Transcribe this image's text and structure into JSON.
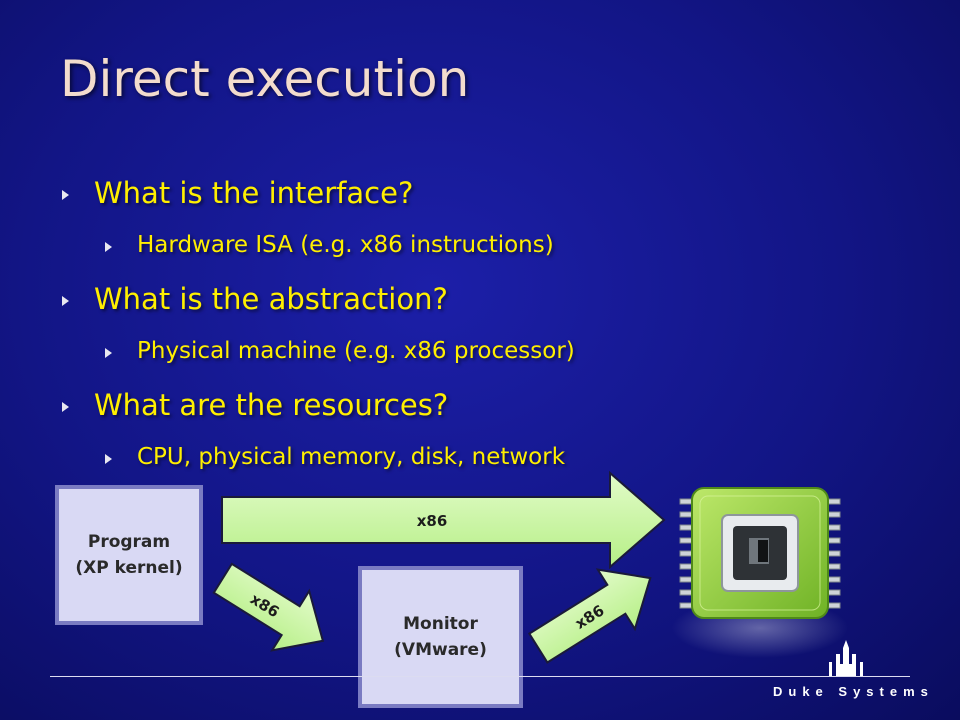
{
  "slide": {
    "title": "Direct execution",
    "bullets": [
      {
        "level": 1,
        "text": "What is the interface?"
      },
      {
        "level": 2,
        "text": "Hardware ISA (e.g. x86 instructions)"
      },
      {
        "level": 1,
        "text": "What is the abstraction?"
      },
      {
        "level": 2,
        "text": "Physical machine (e.g. x86 processor)"
      },
      {
        "level": 1,
        "text": "What are the resources?"
      },
      {
        "level": 2,
        "text": "CPU,  physical memory, disk, network"
      }
    ]
  },
  "diagram": {
    "program_box": {
      "line1": "Program",
      "line2": "(XP kernel)"
    },
    "monitor_box": {
      "line1": "Monitor",
      "line2": "(VMware)"
    },
    "arrows": {
      "top": "x86",
      "program_to_monitor": "x86",
      "monitor_to_cpu": "x86"
    },
    "cpu_icon": "processor-chip-icon"
  },
  "footer": {
    "brand": "Duke Systems",
    "logo_icon": "duke-chapel-icon"
  },
  "colors": {
    "background": "#121585",
    "title": "#f3dccd",
    "bullet_text": "#ffef00",
    "arrow_fill": "#c7f7a0",
    "box_fill": "#d9d9f4"
  }
}
